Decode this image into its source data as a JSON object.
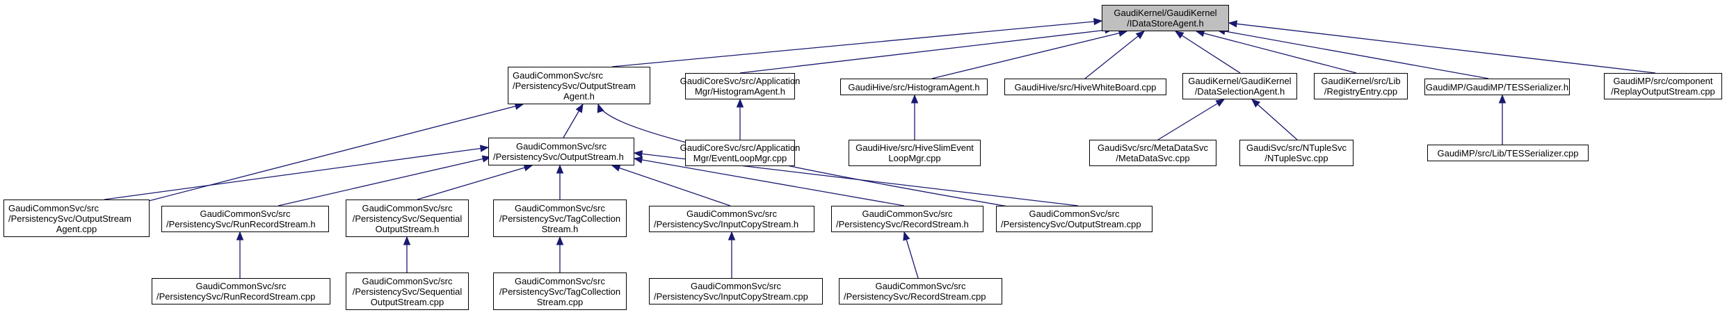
{
  "colors": {
    "edge": "#191970",
    "root_fill": "#bfbfbf",
    "node_fill": "#ffffff",
    "border": "#000000"
  },
  "nodes": {
    "root": [
      "GaudiKernel/GaudiKernel",
      "/IDataStoreAgent.h"
    ],
    "output_stream_agent_h": [
      "GaudiCommonSvc/src",
      "/PersistencySvc/OutputStream",
      "Agent.h"
    ],
    "core_histogram_agent_h": [
      "GaudiCoreSvc/src/Application",
      "Mgr/HistogramAgent.h"
    ],
    "hive_histogram_agent_h": [
      "GaudiHive/src/HistogramAgent.h"
    ],
    "hive_whiteboard_cpp": [
      "GaudiHive/src/HiveWhiteBoard.cpp"
    ],
    "data_selection_agent_h": [
      "GaudiKernel/GaudiKernel",
      "/DataSelectionAgent.h"
    ],
    "registry_entry_cpp": [
      "GaudiKernel/src/Lib",
      "/RegistryEntry.cpp"
    ],
    "tes_serializer_h": [
      "GaudiMP/GaudiMP/TESSerializer.h"
    ],
    "replay_output_stream_cpp": [
      "GaudiMP/src/component",
      "/ReplayOutputStream.cpp"
    ],
    "event_loop_mgr_cpp": [
      "GaudiCoreSvc/src/Application",
      "Mgr/EventLoopMgr.cpp"
    ],
    "hive_slim_event_loop_cpp": [
      "GaudiHive/src/HiveSlimEvent",
      "LoopMgr.cpp"
    ],
    "meta_data_svc_cpp": [
      "GaudiSvc/src/MetaDataSvc",
      "/MetaDataSvc.cpp"
    ],
    "ntuple_svc_cpp": [
      "GaudiSvc/src/NTupleSvc",
      "/NTupleSvc.cpp"
    ],
    "lib_tes_serializer_cpp": [
      "GaudiMP/src/Lib/TESSerializer.cpp"
    ],
    "output_stream_h": [
      "GaudiCommonSvc/src",
      "/PersistencySvc/OutputStream.h"
    ],
    "output_stream_agent_cpp": [
      "GaudiCommonSvc/src",
      "/PersistencySvc/OutputStream",
      "Agent.cpp"
    ],
    "run_record_stream_h": [
      "GaudiCommonSvc/src",
      "/PersistencySvc/RunRecordStream.h"
    ],
    "sequential_output_stream_h": [
      "GaudiCommonSvc/src",
      "/PersistencySvc/Sequential",
      "OutputStream.h"
    ],
    "tag_collection_stream_h": [
      "GaudiCommonSvc/src",
      "/PersistencySvc/TagCollection",
      "Stream.h"
    ],
    "input_copy_stream_h": [
      "GaudiCommonSvc/src",
      "/PersistencySvc/InputCopyStream.h"
    ],
    "record_stream_h": [
      "GaudiCommonSvc/src",
      "/PersistencySvc/RecordStream.h"
    ],
    "output_stream_cpp": [
      "GaudiCommonSvc/src",
      "/PersistencySvc/OutputStream.cpp"
    ],
    "run_record_stream_cpp": [
      "GaudiCommonSvc/src",
      "/PersistencySvc/RunRecordStream.cpp"
    ],
    "sequential_output_stream_cpp": [
      "GaudiCommonSvc/src",
      "/PersistencySvc/Sequential",
      "OutputStream.cpp"
    ],
    "tag_collection_stream_cpp": [
      "GaudiCommonSvc/src",
      "/PersistencySvc/TagCollection",
      "Stream.cpp"
    ],
    "input_copy_stream_cpp": [
      "GaudiCommonSvc/src",
      "/PersistencySvc/InputCopyStream.cpp"
    ],
    "record_stream_cpp": [
      "GaudiCommonSvc/src",
      "/PersistencySvc/RecordStream.cpp"
    ]
  },
  "edges": [
    [
      "output_stream_agent_h",
      "root"
    ],
    [
      "core_histogram_agent_h",
      "root"
    ],
    [
      "hive_histogram_agent_h",
      "root"
    ],
    [
      "hive_whiteboard_cpp",
      "root"
    ],
    [
      "data_selection_agent_h",
      "root"
    ],
    [
      "registry_entry_cpp",
      "root"
    ],
    [
      "tes_serializer_h",
      "root"
    ],
    [
      "replay_output_stream_cpp",
      "root"
    ],
    [
      "output_stream_h",
      "output_stream_agent_h"
    ],
    [
      "output_stream_agent_cpp",
      "output_stream_agent_h"
    ],
    [
      "output_stream_cpp",
      "output_stream_agent_h"
    ],
    [
      "event_loop_mgr_cpp",
      "core_histogram_agent_h"
    ],
    [
      "hive_slim_event_loop_cpp",
      "hive_histogram_agent_h"
    ],
    [
      "meta_data_svc_cpp",
      "data_selection_agent_h"
    ],
    [
      "ntuple_svc_cpp",
      "data_selection_agent_h"
    ],
    [
      "lib_tes_serializer_cpp",
      "tes_serializer_h"
    ],
    [
      "output_stream_agent_cpp",
      "output_stream_h"
    ],
    [
      "run_record_stream_h",
      "output_stream_h"
    ],
    [
      "sequential_output_stream_h",
      "output_stream_h"
    ],
    [
      "tag_collection_stream_h",
      "output_stream_h"
    ],
    [
      "input_copy_stream_h",
      "output_stream_h"
    ],
    [
      "record_stream_h",
      "output_stream_h"
    ],
    [
      "output_stream_cpp",
      "output_stream_h"
    ],
    [
      "run_record_stream_cpp",
      "run_record_stream_h"
    ],
    [
      "sequential_output_stream_cpp",
      "sequential_output_stream_h"
    ],
    [
      "tag_collection_stream_cpp",
      "tag_collection_stream_h"
    ],
    [
      "input_copy_stream_cpp",
      "input_copy_stream_h"
    ],
    [
      "record_stream_cpp",
      "record_stream_h"
    ]
  ]
}
